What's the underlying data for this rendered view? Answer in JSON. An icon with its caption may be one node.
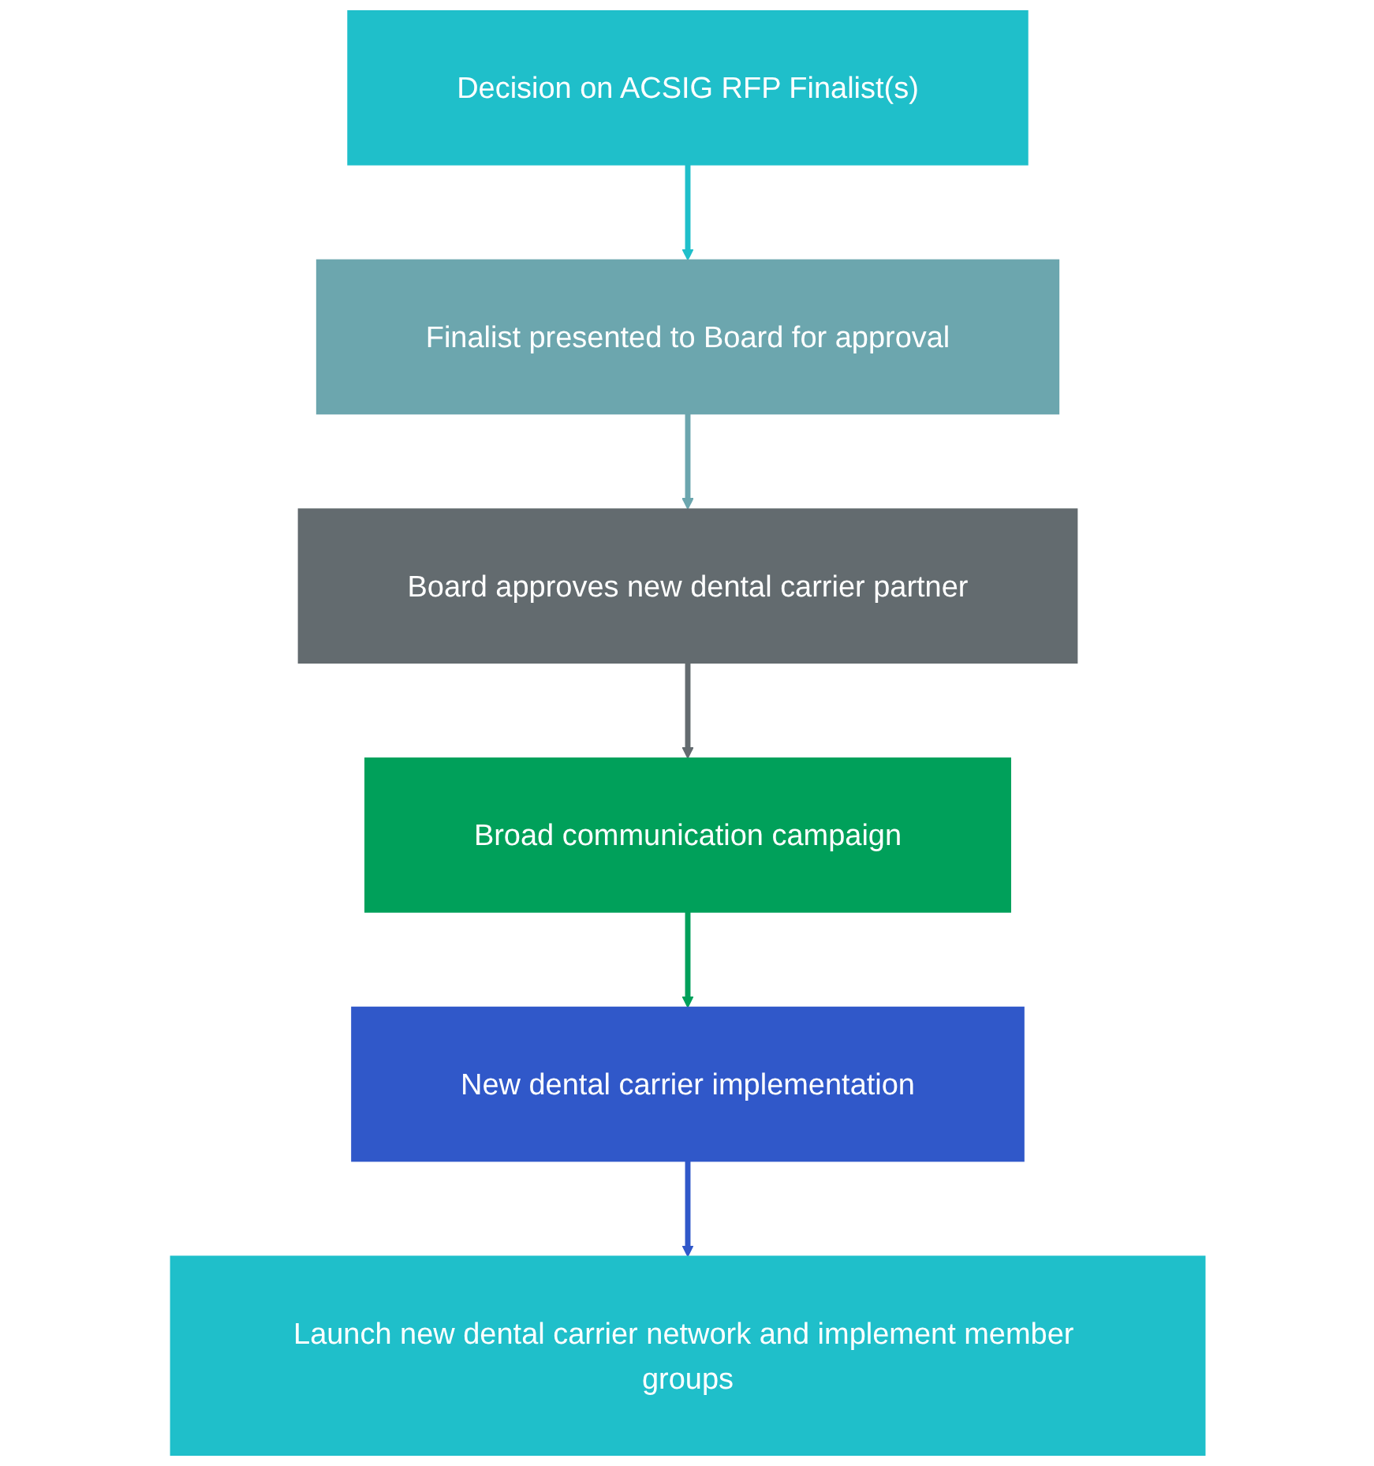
{
  "diagram": {
    "nodes": [
      {
        "text": [
          "Decision on ACSIG RFP Finalist(s)"
        ]
      },
      {
        "text": [
          "Finalist presented to Board for approval"
        ]
      },
      {
        "text": [
          "Board approves new dental carrier partner"
        ]
      },
      {
        "text": [
          "Broad communication campaign"
        ]
      },
      {
        "text": [
          "New dental carrier implementation"
        ]
      },
      {
        "text": [
          "Launch new dental carrier network and implement member groups"
        ]
      }
    ],
    "edges": [
      {
        "from": 0,
        "to": 1,
        "arrow": "to",
        "color": "#1fbfca"
      },
      {
        "from": 1,
        "to": 2,
        "arrow": "to",
        "color": "#6ca6ae"
      },
      {
        "from": 2,
        "to": 3,
        "arrow": "to",
        "color": "#636b6f"
      },
      {
        "from": 3,
        "to": 4,
        "arrow": "to",
        "color": "#00a05a"
      },
      {
        "from": 4,
        "to": 5,
        "arrow": "to",
        "color": "#3058c9"
      }
    ]
  }
}
